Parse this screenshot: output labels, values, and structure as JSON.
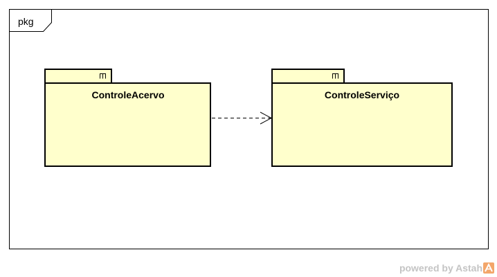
{
  "frame": {
    "label": "pkg"
  },
  "packages": [
    {
      "id": "controle-acervo",
      "name": "ControleAcervo"
    },
    {
      "id": "controle-servico",
      "name": "ControleServiço"
    }
  ],
  "dependencies": [
    {
      "from": "ControleAcervo",
      "to": "ControleServiço",
      "style": "dashed-open-arrow"
    }
  ],
  "footer": {
    "watermark": "powered by Astah"
  },
  "colors": {
    "package_fill": "#ffffcc",
    "stroke": "#000000",
    "watermark_text": "#c4c4c4",
    "logo_orange": "#f3a66a"
  }
}
